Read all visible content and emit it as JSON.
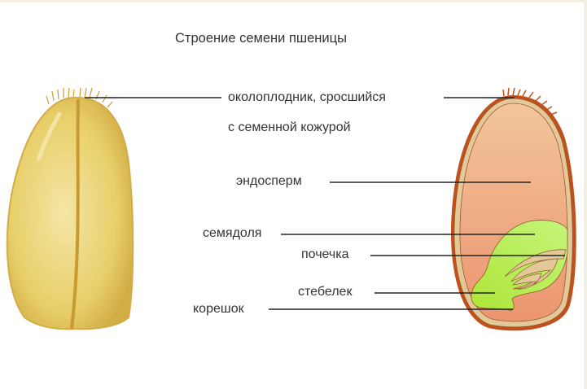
{
  "title": "Строение семени пшеницы",
  "labels": {
    "pericarp_line1": "околоплодник, сросшийся",
    "pericarp_line2": "с семенной кожурой",
    "endosperm": "эндосперм",
    "cotyledon": "семядоля",
    "bud": "почечка",
    "stem": "стебелек",
    "root": "корешок"
  },
  "colors": {
    "grain_outer": "#e8cf6a",
    "pericarp": "#c0501c",
    "seed_coat": "#e3c89a",
    "endosperm": "#eea27c",
    "embryo": "#b8ee5c"
  }
}
